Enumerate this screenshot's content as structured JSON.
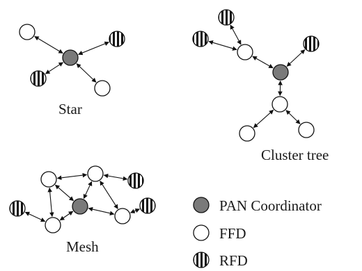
{
  "labels": {
    "star": "Star",
    "cluster_tree": "Cluster tree",
    "mesh": "Mesh"
  },
  "legend": {
    "pan": "PAN Coordinator",
    "ffd": "FFD",
    "rfd": "RFD"
  },
  "colors": {
    "pan_fill": "#7a7a7a",
    "ffd_fill": "#ffffff",
    "rfd_stripe": "#111111",
    "stroke": "#111111"
  }
}
